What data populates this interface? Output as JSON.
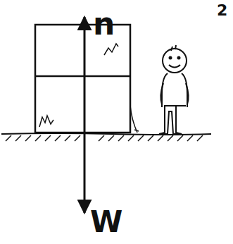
{
  "diagram": {
    "labels": [
      "n",
      "W",
      "2"
    ]
  }
}
